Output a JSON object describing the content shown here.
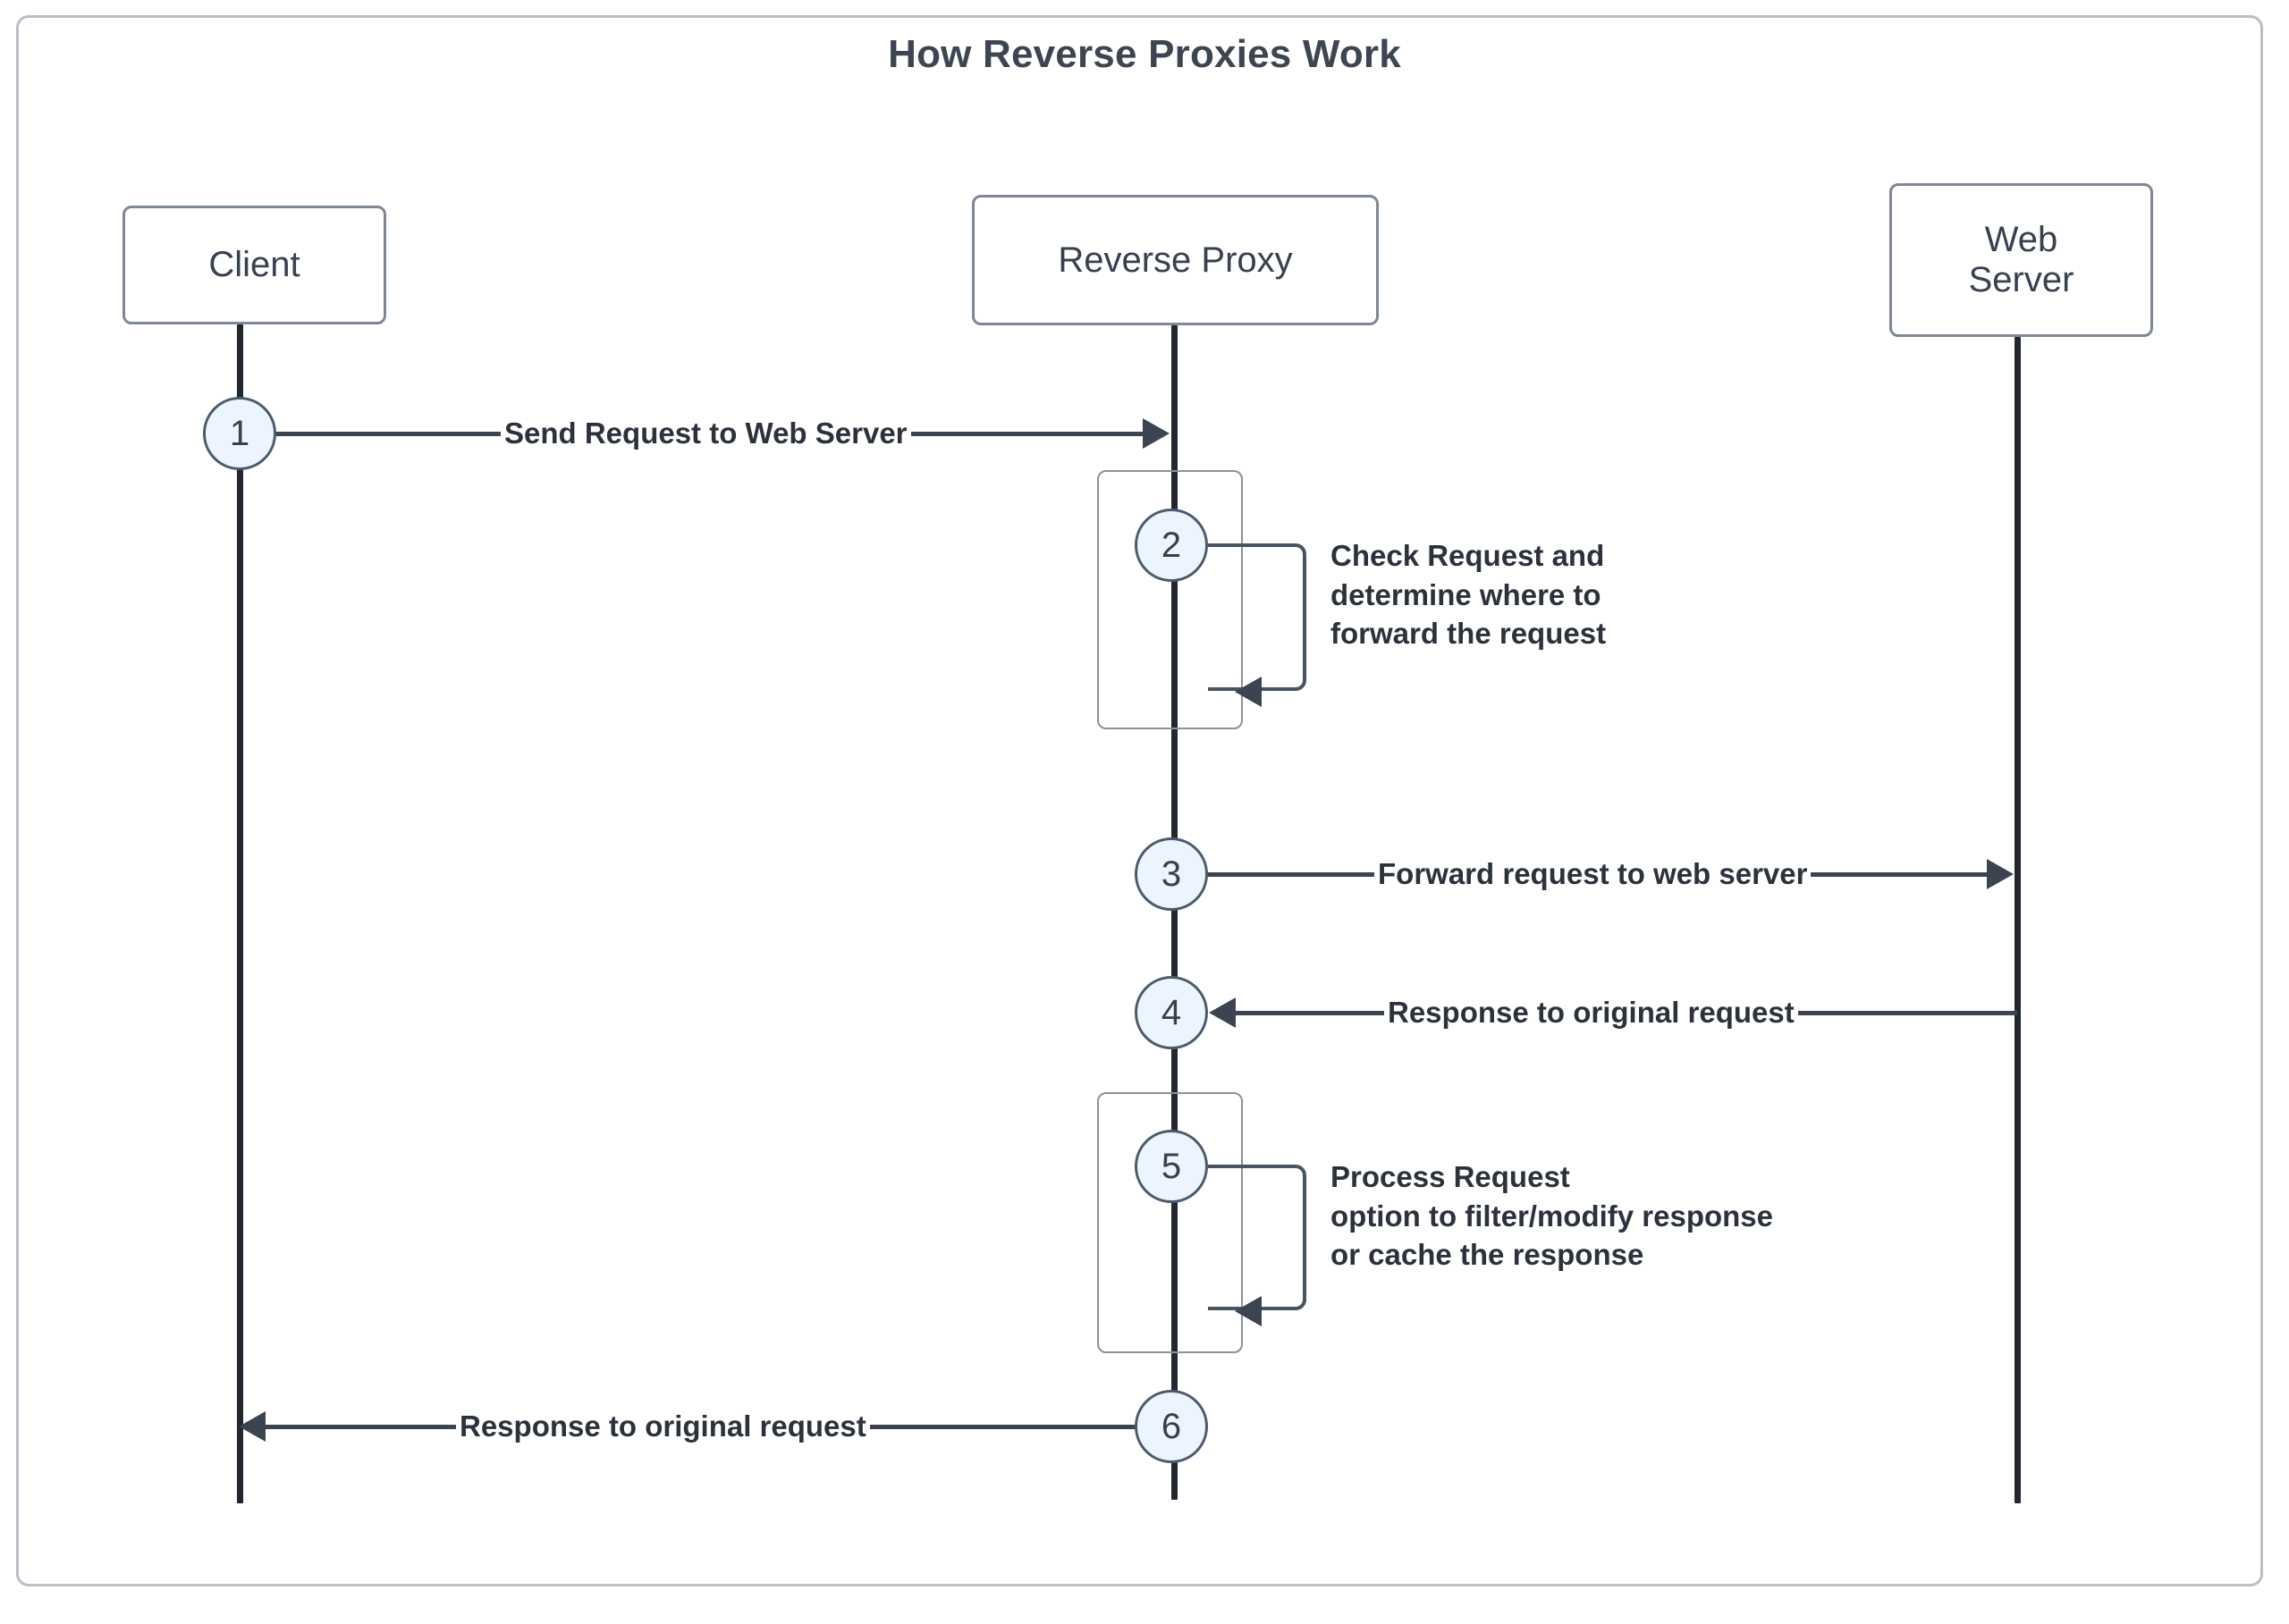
{
  "diagram": {
    "type": "sequence",
    "title": "How Reverse Proxies Work",
    "colors": {
      "frame_border": "#b9bec7",
      "title_text": "#3c4551",
      "participant_border": "#7e8794",
      "lifeline": "#22262f",
      "arrow": "#3b4450",
      "step_circle_fill": "#ecf4fd",
      "step_circle_border": "#4b5a6c",
      "activation_border": "#8b929c",
      "label_text": "#2c323c"
    }
  },
  "participants": [
    {
      "id": "client",
      "label": "Client"
    },
    {
      "id": "proxy",
      "label": "Reverse Proxy"
    },
    {
      "id": "webserver",
      "label": "Web\nServer"
    }
  ],
  "steps": [
    {
      "number": "1",
      "kind": "message",
      "from": "client",
      "to": "proxy",
      "direction": "right",
      "label": "Send Request to Web Server"
    },
    {
      "number": "2",
      "kind": "self-loop",
      "from": "proxy",
      "to": "proxy",
      "direction": "left",
      "label": "Check Request and\ndetermine where to\nforward the request"
    },
    {
      "number": "3",
      "kind": "message",
      "from": "proxy",
      "to": "webserver",
      "direction": "right",
      "label": "Forward request to web server"
    },
    {
      "number": "4",
      "kind": "message",
      "from": "webserver",
      "to": "proxy",
      "direction": "left",
      "label": "Response to original request"
    },
    {
      "number": "5",
      "kind": "self-loop",
      "from": "proxy",
      "to": "proxy",
      "direction": "left",
      "label": "Process Request\noption to filter/modify response\nor cache the response"
    },
    {
      "number": "6",
      "kind": "message",
      "from": "proxy",
      "to": "client",
      "direction": "left",
      "label": "Response to original request"
    }
  ]
}
